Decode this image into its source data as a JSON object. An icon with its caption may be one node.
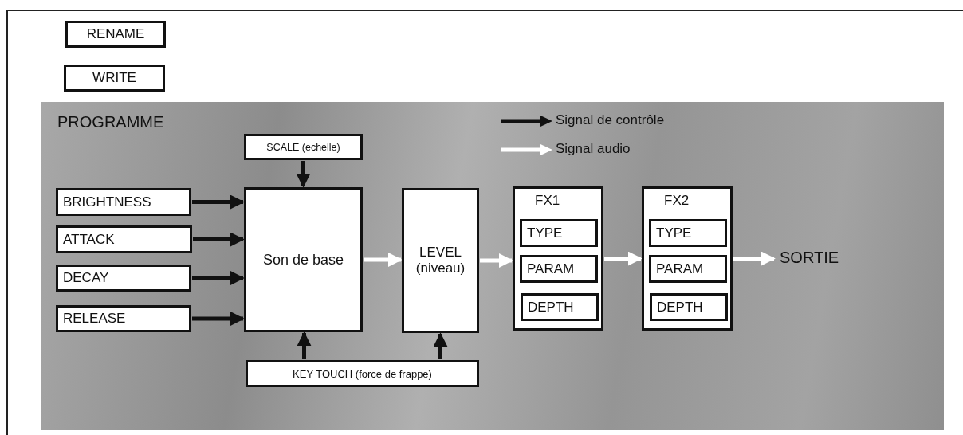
{
  "diagram": {
    "nodes": [
      {
        "text": [
          "RENAME"
        ]
      },
      {
        "text": [
          "WRITE"
        ]
      },
      {
        "text": [
          "PROGRAMME"
        ]
      },
      {
        "text": [
          "SCALE (echelle)"
        ],
        "in": 2
      },
      {
        "text": [
          "BRIGHTNESS"
        ],
        "in": 2
      },
      {
        "text": [
          "ATTACK"
        ],
        "in": 2
      },
      {
        "text": [
          "DECAY"
        ],
        "in": 2
      },
      {
        "text": [
          "RELEASE"
        ],
        "in": 2
      },
      {
        "text": [
          "Son de base"
        ],
        "in": 2
      },
      {
        "text": [
          "LEVEL (niveau)"
        ],
        "in": 2
      },
      {
        "text": [
          "FX1"
        ],
        "in": 2
      },
      {
        "text": [
          "TYPE"
        ],
        "in": 10
      },
      {
        "text": [
          "PARAM"
        ],
        "in": 10
      },
      {
        "text": [
          "DEPTH"
        ],
        "in": 10
      },
      {
        "text": [
          "FX2"
        ],
        "in": 2
      },
      {
        "text": [
          "TYPE"
        ],
        "in": 14
      },
      {
        "text": [
          "PARAM"
        ],
        "in": 14
      },
      {
        "text": [
          "DEPTH"
        ],
        "in": 14
      },
      {
        "text": [
          "KEY TOUCH (force de frappe)"
        ],
        "in": 2
      },
      {
        "text": [
          "SORTIE"
        ],
        "in": 2
      }
    ],
    "edges": [
      {
        "from": 3,
        "to": 8,
        "arrow": "to"
      },
      {
        "from": 4,
        "to": 8,
        "arrow": "to"
      },
      {
        "from": 5,
        "to": 8,
        "arrow": "to"
      },
      {
        "from": 6,
        "to": 8,
        "arrow": "to"
      },
      {
        "from": 7,
        "to": 8,
        "arrow": "to"
      },
      {
        "from": 18,
        "to": 8,
        "arrow": "to"
      },
      {
        "from": 18,
        "to": 9,
        "arrow": "to"
      },
      {
        "from": 8,
        "to": 9,
        "arrow": "to",
        "color": "#ffffff"
      },
      {
        "from": 9,
        "to": 10,
        "arrow": "to",
        "color": "#ffffff"
      },
      {
        "from": 10,
        "to": 14,
        "arrow": "to",
        "color": "#ffffff"
      },
      {
        "from": 14,
        "to": 19,
        "arrow": "to",
        "color": "#ffffff"
      }
    ],
    "legend": [
      {
        "text": "Signal de contrôle"
      },
      {
        "text": "Signal audio"
      }
    ]
  }
}
